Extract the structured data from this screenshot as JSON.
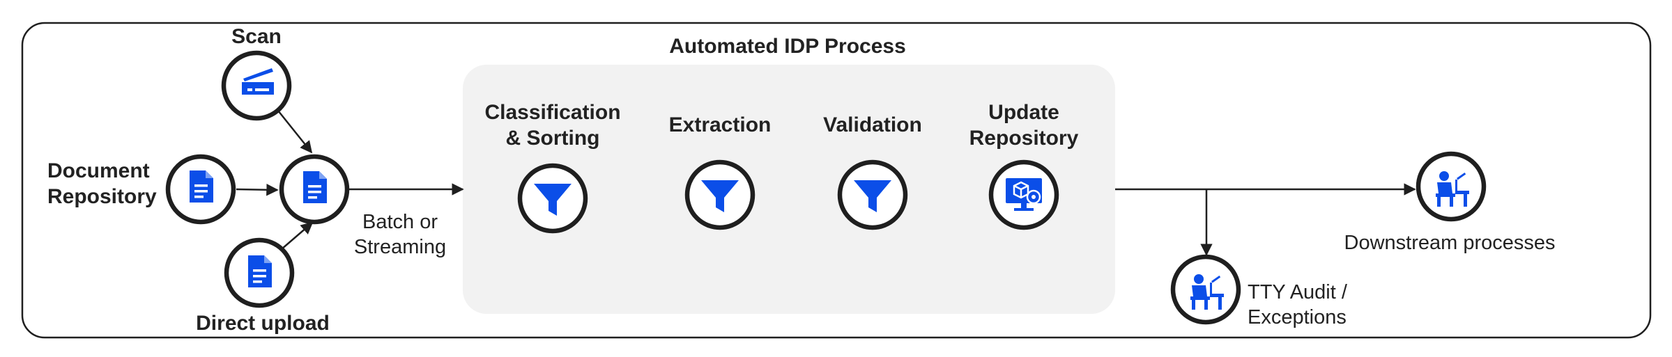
{
  "colors": {
    "accent": "#0b4ee8",
    "ring": "#1f1f1f",
    "panel": "#f2f2f2",
    "border": "#1f1f1f"
  },
  "inputs": {
    "scan": {
      "label": "Scan",
      "icon": "scanner-icon"
    },
    "repository": {
      "label_line1": "Document",
      "label_line2": "Repository",
      "icon": "document-icon"
    },
    "upload": {
      "label": "Direct upload",
      "icon": "document-icon"
    },
    "hub": {
      "icon": "document-icon"
    }
  },
  "transfer": {
    "line1": "Batch or",
    "line2": "Streaming"
  },
  "process": {
    "title": "Automated IDP Process",
    "steps": [
      {
        "line1": "Classification",
        "line2": "& Sorting",
        "icon": "funnel-icon"
      },
      {
        "line1": "Extraction",
        "line2": "",
        "icon": "funnel-icon"
      },
      {
        "line1": "Validation",
        "line2": "",
        "icon": "funnel-icon"
      },
      {
        "line1": "Update",
        "line2": "Repository",
        "icon": "monitor-gear-icon"
      }
    ]
  },
  "outputs": {
    "downstream": {
      "label": "Downstream processes",
      "icon": "person-at-desk-icon"
    },
    "audit": {
      "line1": "TTY Audit /",
      "line2": "Exceptions",
      "icon": "person-at-desk-icon"
    }
  }
}
